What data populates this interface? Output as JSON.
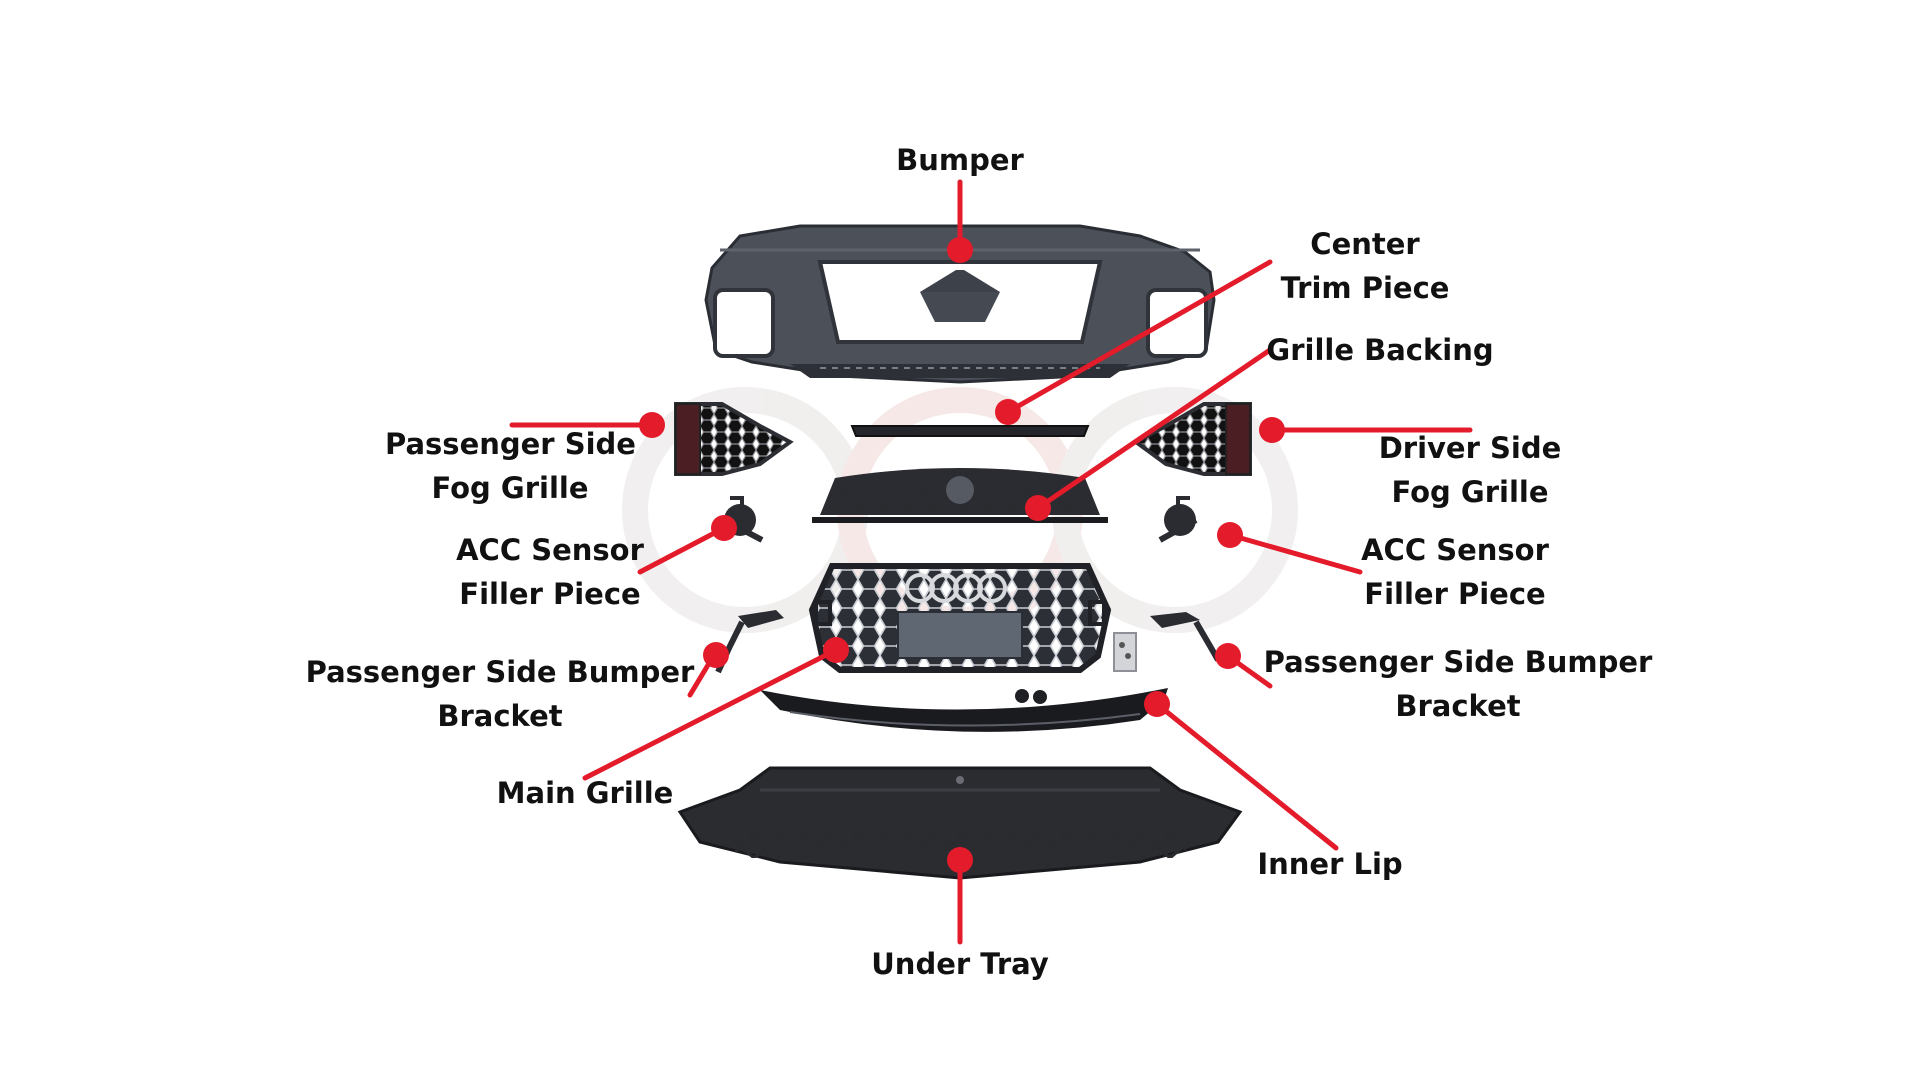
{
  "colors": {
    "callout": "#e31b2a",
    "part_dark": "#1f2024",
    "part_mid": "#3a3d44",
    "bumper_fill": "#4a4f58",
    "watermark": "#e7e7e7",
    "text": "#111111",
    "background": "#ffffff"
  },
  "labels": {
    "bumper": "Bumper",
    "center_trim": {
      "line1": "Center",
      "line2": "Trim Piece"
    },
    "grille_backing": "Grille Backing",
    "passenger_fog": {
      "line1": "Passenger Side",
      "line2": "Fog Grille"
    },
    "driver_fog": {
      "line1": "Driver Side",
      "line2": "Fog Grille"
    },
    "acc_left": {
      "line1": "ACC Sensor",
      "line2": "Filler Piece"
    },
    "acc_right": {
      "line1": "ACC Sensor",
      "line2": "Filler Piece"
    },
    "bracket_left": {
      "line1": "Passenger Side Bumper",
      "line2": "Bracket"
    },
    "bracket_right": {
      "line1": "Passenger Side Bumper",
      "line2": "Bracket"
    },
    "main_grille": "Main Grille",
    "inner_lip": "Inner Lip",
    "under_tray": "Under Tray"
  },
  "parts": [
    {
      "name": "bumper-part",
      "icon": "front-bumper-cover"
    },
    {
      "name": "center-trim-part",
      "icon": "trim-strip"
    },
    {
      "name": "grille-backing-part",
      "icon": "grille-backing"
    },
    {
      "name": "passenger-fog-grille-part",
      "icon": "fog-grille"
    },
    {
      "name": "driver-fog-grille-part",
      "icon": "fog-grille"
    },
    {
      "name": "acc-sensor-left-part",
      "icon": "sensor-filler"
    },
    {
      "name": "acc-sensor-right-part",
      "icon": "sensor-filler"
    },
    {
      "name": "bracket-left-part",
      "icon": "bumper-bracket"
    },
    {
      "name": "bracket-right-part",
      "icon": "bumper-bracket"
    },
    {
      "name": "main-grille-part",
      "icon": "honeycomb-grille"
    },
    {
      "name": "inner-lip-part",
      "icon": "lip-spoiler"
    },
    {
      "name": "under-tray-part",
      "icon": "under-tray"
    },
    {
      "name": "hardware-bag-part",
      "icon": "hardware-bag"
    },
    {
      "name": "clips-part",
      "icon": "clips"
    }
  ]
}
